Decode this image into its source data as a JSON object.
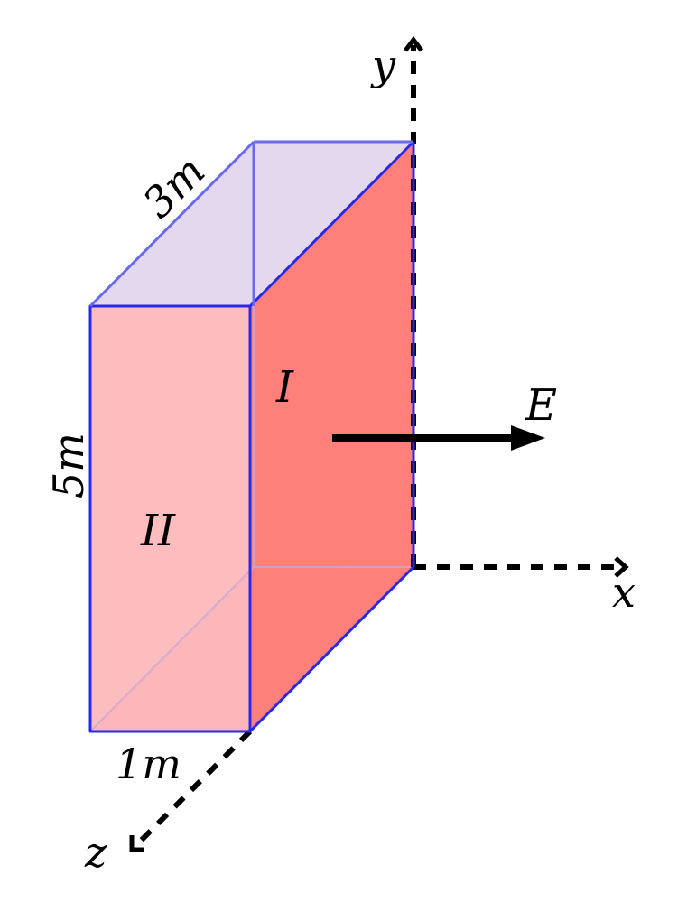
{
  "labels": {
    "y_axis": "y",
    "x_axis": "x",
    "z_axis": "z",
    "depth": "3m",
    "height": "5m",
    "width": "1m",
    "face_one": "I",
    "face_two": "II",
    "field": "E"
  },
  "colors": {
    "edge": "#2a2ae6",
    "face_front": "#fdb6b8",
    "face_right": "#ff7f7a",
    "face_top": "#e4d8ee",
    "face_bottom": "#f5a0b2",
    "axis": "#000000",
    "arrow": "#000000"
  }
}
